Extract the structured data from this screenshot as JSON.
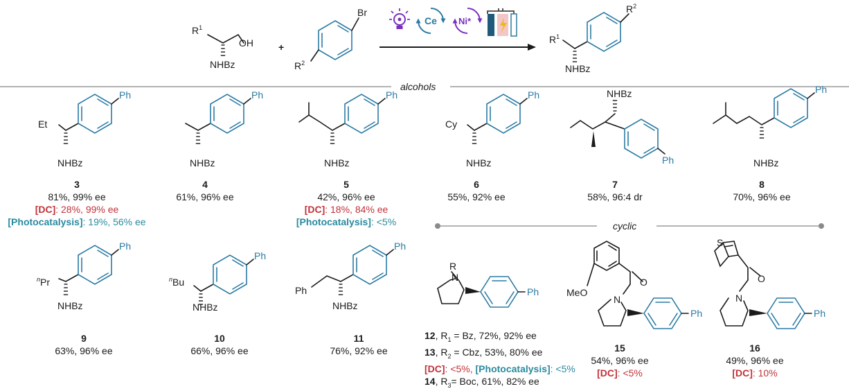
{
  "sections": {
    "alcohols": "alcohols",
    "cyclic": "cyclic"
  },
  "scheme": {
    "plus": "+",
    "r1": "R",
    "r1_sup": "1",
    "r2": "R",
    "r2_sup": "2",
    "oh": "OH",
    "nhbz": "NHBz",
    "br": "Br",
    "ce": "Ce",
    "ni": "Ni*",
    "icons": [
      "light-bulb-icon",
      "cerium-cycle-icon",
      "nickel-cycle-icon",
      "electrochemical-cell-icon"
    ]
  },
  "labels": {
    "ph": "Ph",
    "nhbz": "NHBz",
    "et": "Et",
    "cy": "Cy",
    "pr": "Pr",
    "pr_sup": "n",
    "bu": "Bu",
    "bu_sup": "n",
    "meo": "MeO",
    "o": "O",
    "n": "N",
    "s": "S",
    "r": "R"
  },
  "compounds": [
    {
      "id": "3",
      "lines": [
        {
          "text": "81%, 99% ee"
        },
        {
          "tag": "[DC]",
          "rest": ": 28%, 99% ee",
          "style": "red"
        },
        {
          "tag": "[Photocatalysis]",
          "rest": ": 19%, 56% ee",
          "style": "teal"
        }
      ]
    },
    {
      "id": "4",
      "lines": [
        {
          "text": "61%, 96% ee"
        }
      ]
    },
    {
      "id": "5",
      "lines": [
        {
          "text": "42%, 96% ee"
        },
        {
          "tag": "[DC]",
          "rest": ": 18%, 84% ee",
          "style": "red"
        },
        {
          "tag": "[Photocatalysis]",
          "rest": ": <5%",
          "style": "teal"
        }
      ]
    },
    {
      "id": "6",
      "lines": [
        {
          "text": "55%,  92% ee"
        }
      ]
    },
    {
      "id": "7",
      "lines": [
        {
          "text": "58%, 96:4 dr"
        }
      ]
    },
    {
      "id": "8",
      "lines": [
        {
          "text": "70%, 96% ee"
        }
      ]
    },
    {
      "id": "9",
      "lines": [
        {
          "text": "63%, 96% ee"
        }
      ]
    },
    {
      "id": "10",
      "lines": [
        {
          "text": "66%, 96% ee"
        }
      ]
    },
    {
      "id": "11",
      "lines": [
        {
          "text": "76%, 92% ee"
        }
      ]
    }
  ],
  "cyclic_entries": {
    "c12": {
      "id": "12",
      "mid": ", R",
      "sub": "1",
      "rest": " = Bz, 72%, 92% ee"
    },
    "c13": {
      "id": "13",
      "mid": ", R",
      "sub": "2",
      "rest": " = Cbz, 53%, 80% ee"
    },
    "c13dc": {
      "tag1": "[DC]",
      "rest1": ": <5%, ",
      "tag2": "[Photocatalysis]",
      "rest2": ": <5%"
    },
    "c14": {
      "id": "14",
      "mid": ", R",
      "sub": "3",
      "rest": "= Boc, 61%, 82% ee"
    },
    "c15": {
      "id": "15",
      "line1": "54%, 96% ee",
      "tag": "[DC]",
      "rest": ": <5%"
    },
    "c16": {
      "id": "16",
      "line1": "49%, 96% ee",
      "tag": "[DC]",
      "rest": ": 10%"
    }
  },
  "colors": {
    "teal": "#2a8a9e",
    "ring": "#2a7aa3",
    "red": "#c23138",
    "purple": "#7b2fbf"
  }
}
